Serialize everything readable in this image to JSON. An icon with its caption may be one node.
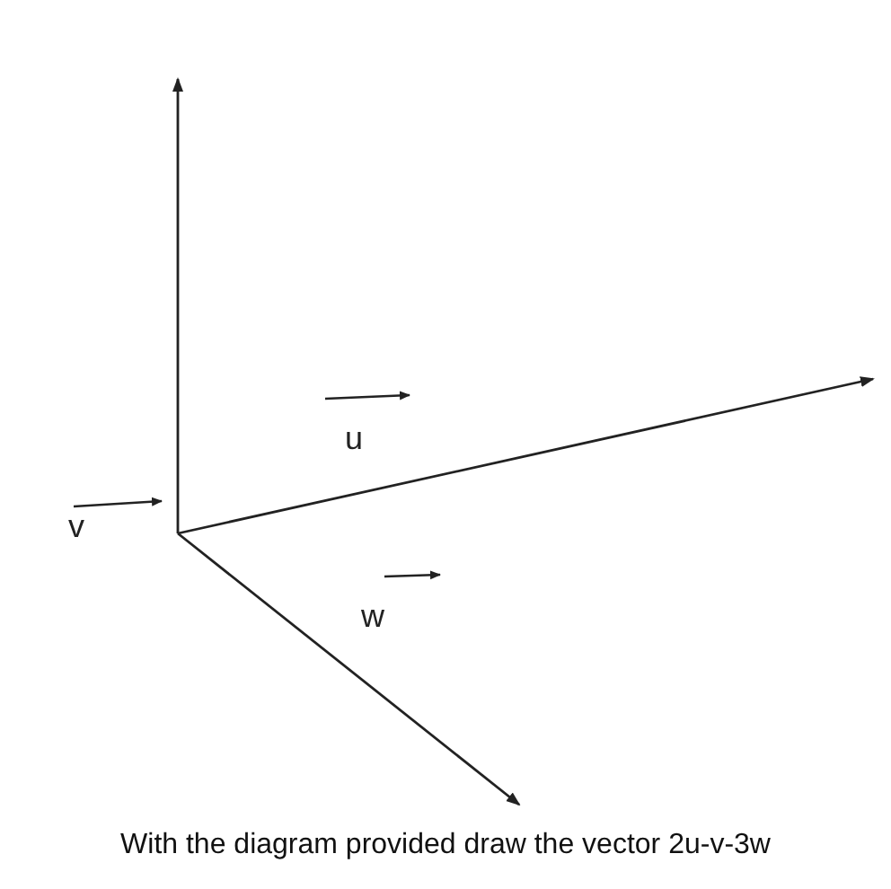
{
  "diagram": {
    "caption": "With the diagram provided draw the vector 2u-v-3w",
    "labels": [
      "u",
      "v",
      "w"
    ]
  }
}
